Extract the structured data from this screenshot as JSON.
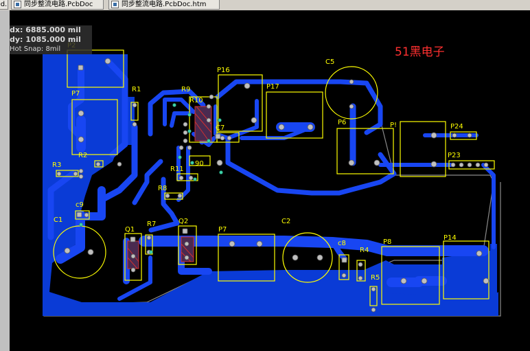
{
  "window": {
    "tabs": [
      {
        "label": "Dd..."
      },
      {
        "label": "同步整流电路.PcbDoc"
      },
      {
        "label": "同步整流电路.PcbDoc.htm"
      }
    ]
  },
  "status": {
    "dx_label": "dx:",
    "dx_value": "6885.000 mil",
    "dy_label": "dy:",
    "dy_value": "1085.000 mil",
    "snap": "Hot Snap: 8mil"
  },
  "brand": {
    "text": "51黑电子"
  },
  "colors": {
    "board_bg": "#000000",
    "copper": "#0a3bd6",
    "trace": "#1846f2",
    "silkscreen": "#ffff00",
    "pad": "#bfbfbf",
    "via": "#3dd1a8",
    "keepout": "#8a8a8a",
    "brand_red": "#ff3030"
  },
  "components": [
    {
      "label": "P2"
    },
    {
      "label": "P7"
    },
    {
      "label": "R1"
    },
    {
      "label": "R9"
    },
    {
      "label": "R10"
    },
    {
      "label": "P16"
    },
    {
      "label": "P17"
    },
    {
      "label": "C5"
    },
    {
      "label": "R3"
    },
    {
      "label": "R2"
    },
    {
      "label": "C7"
    },
    {
      "label": "P6"
    },
    {
      "label": "P!"
    },
    {
      "label": "P24"
    },
    {
      "label": "P23"
    },
    {
      "label": "R11"
    },
    {
      "label": "90"
    },
    {
      "label": "R8"
    },
    {
      "label": "c9"
    },
    {
      "label": "C1"
    },
    {
      "label": "Q1"
    },
    {
      "label": "R7"
    },
    {
      "label": "Q2"
    },
    {
      "label": "P7"
    },
    {
      "label": "C2"
    },
    {
      "label": "c8"
    },
    {
      "label": "R4"
    },
    {
      "label": "P8"
    },
    {
      "label": "P14"
    },
    {
      "label": "R5"
    }
  ]
}
